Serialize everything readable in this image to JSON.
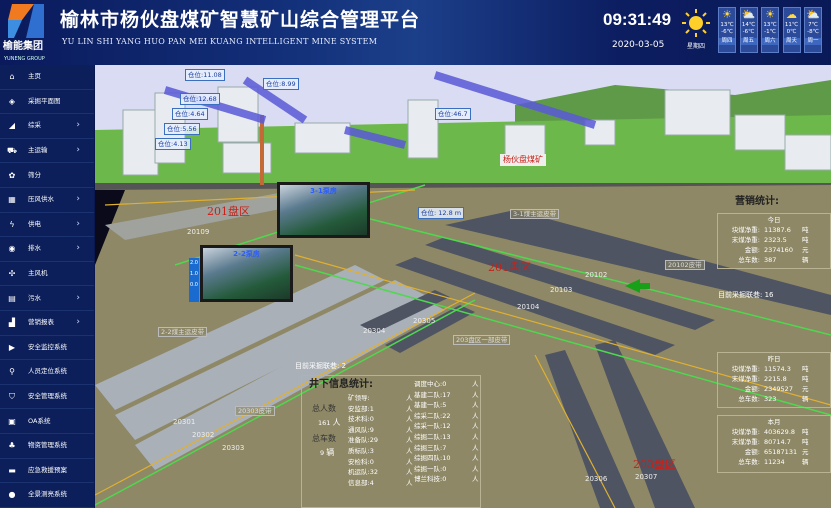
{
  "header": {
    "logo_text": "榆能集团",
    "logo_sub": "YUNENG GROUP",
    "title": "榆林市杨伙盘煤矿智慧矿山综合管理平台",
    "subtitle": "YU LIN SHI YANG HUO PAN MEI KUANG INTELLIGENT MINE SYSTEM",
    "time": "09:31:49",
    "date": "2020-03-05",
    "weekday": "星期四",
    "forecast": [
      {
        "high": "13℃",
        "low": "-6℃",
        "day": "周四",
        "icon": "sun"
      },
      {
        "high": "14℃",
        "low": "-6℃",
        "day": "周五",
        "icon": "partly-cloudy"
      },
      {
        "high": "13℃",
        "low": "-1℃",
        "day": "周六",
        "icon": "sun"
      },
      {
        "high": "11℃",
        "low": "0℃",
        "day": "周天",
        "icon": "cloud"
      },
      {
        "high": "7℃",
        "low": "-8℃",
        "day": "周一",
        "icon": "partly-cloudy"
      }
    ]
  },
  "sidebar": {
    "items": [
      {
        "label": "主页",
        "icon": "home",
        "chevron": false
      },
      {
        "label": "采掘平面图",
        "icon": "layers",
        "chevron": false
      },
      {
        "label": "综采",
        "icon": "mining",
        "chevron": true
      },
      {
        "label": "主运输",
        "icon": "truck",
        "chevron": true
      },
      {
        "label": "筛分",
        "icon": "sieve",
        "chevron": false
      },
      {
        "label": "压风供水",
        "icon": "compressor",
        "chevron": true
      },
      {
        "label": "供电",
        "icon": "power",
        "chevron": true
      },
      {
        "label": "排水",
        "icon": "drain",
        "chevron": true
      },
      {
        "label": "主风机",
        "icon": "fan",
        "chevron": false
      },
      {
        "label": "污水",
        "icon": "sewage",
        "chevron": true
      },
      {
        "label": "营销报表",
        "icon": "chart",
        "chevron": true
      },
      {
        "label": "安全监控系统",
        "icon": "camera",
        "chevron": false
      },
      {
        "label": "人员定位系统",
        "icon": "location",
        "chevron": false
      },
      {
        "label": "安全管理系统",
        "icon": "shield",
        "chevron": false
      },
      {
        "label": "OA系统",
        "icon": "oa",
        "chevron": false
      },
      {
        "label": "物资管理系统",
        "icon": "boxes",
        "chevron": false
      },
      {
        "label": "应急救援预案",
        "icon": "briefcase",
        "chevron": false
      },
      {
        "label": "全景测亮系统",
        "icon": "globe",
        "chevron": false
      }
    ]
  },
  "surface": {
    "bins": [
      "仓位:11.08",
      "仓位:12.68",
      "仓位:4.64",
      "仓位:5.56",
      "仓位:4.13",
      "仓位:8.99",
      "仓位:46.7",
      "仓位:  12.8 m"
    ],
    "building_sign": "杨伙盘煤矿"
  },
  "underground": {
    "zones": [
      "201盘区",
      "201盘区",
      "203盘区"
    ],
    "faces": [
      "20109",
      "20102",
      "20103",
      "20104",
      "20304",
      "20305",
      "20301",
      "20302",
      "20303",
      "20306",
      "20307"
    ],
    "belt_tags": [
      "3-1煤主运皮带",
      "20102皮带",
      "2-2煤主运皮带",
      "203盘区一部皮带",
      "20303皮带"
    ],
    "cameras": [
      "3-1泵房",
      "2-2泵房"
    ],
    "gauge": [
      "2.0",
      "1.0",
      "0.0"
    ],
    "working_faces_right": "目前采掘联巷: 16",
    "working_faces_left": "目前采掘联巷: 2"
  },
  "sales": {
    "title": "营销统计:",
    "blocks": [
      {
        "title": "今日",
        "rows": [
          [
            "块煤净重:",
            "11387.6",
            "吨"
          ],
          [
            "末煤净重:",
            "2323.5",
            "吨"
          ],
          [
            "金额:",
            "2374160",
            "元"
          ],
          [
            "总车数:",
            "387",
            "辆"
          ]
        ]
      },
      {
        "title": "昨日",
        "rows": [
          [
            "块煤净重:",
            "11574.3",
            "吨"
          ],
          [
            "末煤净重:",
            "2215.8",
            "吨"
          ],
          [
            "金额:",
            "2349527",
            "元"
          ],
          [
            "总车数:",
            "323",
            "辆"
          ]
        ]
      },
      {
        "title": "本月",
        "rows": [
          [
            "块煤净重:",
            "403629.8",
            "吨"
          ],
          [
            "末煤净重:",
            "80714.7",
            "吨"
          ],
          [
            "金额:",
            "65187131",
            "元"
          ],
          [
            "总车数:",
            "11234",
            "辆"
          ]
        ]
      }
    ]
  },
  "underground_stats": {
    "title": "井下信息统计:",
    "total_people_label": "总人数",
    "total_people": "161",
    "people_unit": "人",
    "total_vehicles_label": "总车数",
    "total_vehicles": "9",
    "vehicle_unit": "辆",
    "col1": [
      [
        "矿领导:",
        ""
      ],
      [
        "安监部:",
        "1"
      ],
      [
        "技术科:",
        "0"
      ],
      [
        "通风队:",
        "9"
      ],
      [
        "准备队:",
        "29"
      ],
      [
        "质标队:",
        "3"
      ],
      [
        "安检科:",
        "0"
      ],
      [
        "机运队:",
        "32"
      ],
      [
        "信息部:",
        "4"
      ]
    ],
    "col2": [
      [
        "调度中心:",
        "0"
      ],
      [
        "基建二队:",
        "17"
      ],
      [
        "基建一队:",
        "5"
      ],
      [
        "综采二队:",
        "22"
      ],
      [
        "综采一队:",
        "12"
      ],
      [
        "综掘二队:",
        "13"
      ],
      [
        "综掘三队:",
        "7"
      ],
      [
        "综掘四队:",
        "10"
      ],
      [
        "综掘一队:",
        "0"
      ],
      [
        "博兰科技:",
        "0"
      ]
    ],
    "unit": "人"
  }
}
